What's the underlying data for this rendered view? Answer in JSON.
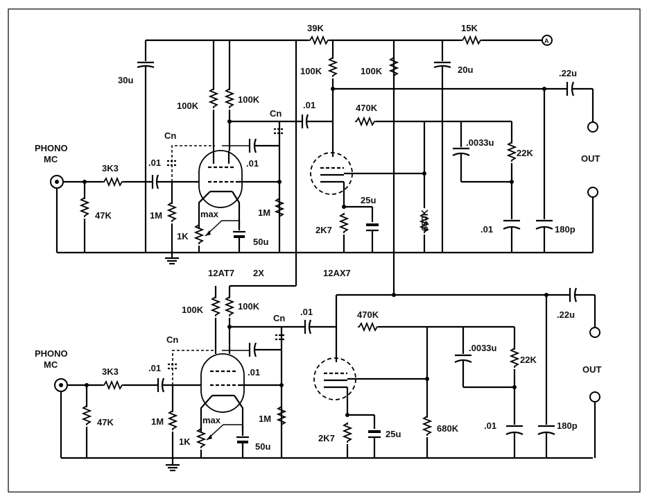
{
  "labels": {
    "r_39k": "39K",
    "r_15k": "15K",
    "node_a": "A",
    "c_30u": "30u",
    "c_20u": "20u",
    "c_22u_top": ".22u",
    "c_22u_bot": ".22u",
    "phono_top": "PHONO",
    "mc_top": "MC",
    "phono_bot": "PHONO",
    "mc_bot": "MC",
    "r_3k3_top": "3K3",
    "r_3k3_bot": "3K3",
    "r_47k_top": "47K",
    "r_47k_bot": "47K",
    "c_01_in_top": ".01",
    "c_01_in_bot": ".01",
    "cn_in_top": "Cn",
    "cn_in_bot": "Cn",
    "cn_top": "Cn",
    "cn_bot": "Cn",
    "r_100k_a_top": "100K",
    "r_100k_b_top": "100K",
    "r_100k_a_bot": "100K",
    "r_100k_b_bot": "100K",
    "c_01_fb_top": ".01",
    "c_01_fb_bot": ".01",
    "r_1m_grid_top": "1M",
    "r_1m_grid_bot": "1M",
    "r_1m_right_top": "1M",
    "r_1m_right_bot": "1M",
    "max_top": "max",
    "max_bot": "max",
    "r_1k_top": "1K",
    "r_1k_bot": "1K",
    "c_50u_top": "50u",
    "c_50u_bot": "50u",
    "tube_1": "12AT7",
    "tube_count": "2X",
    "tube_2": "12AX7",
    "c_01_cpl_top": ".01",
    "c_01_cpl_bot": ".01",
    "r_470k_top": "470K",
    "r_470k_bot": "470K",
    "r_100k_plate_top": "100K",
    "r_100k_plate_b_top": "100K",
    "c_25u_top": "25u",
    "c_25u_bot": "25u",
    "r_2k7_top": "2K7",
    "r_2k7_bot": "2K7",
    "r_680k_top": "680K",
    "r_680k_bot": "680K",
    "c_0033_top": ".0033u",
    "c_0033_bot": ".0033u",
    "r_22k_top": "22K",
    "r_22k_bot": "22K",
    "c_01_riaa_top": ".01",
    "c_01_riaa_bot": ".01",
    "c_180p_top": "180p",
    "c_180p_bot": "180p",
    "out_top": "OUT",
    "out_bot": "OUT"
  }
}
